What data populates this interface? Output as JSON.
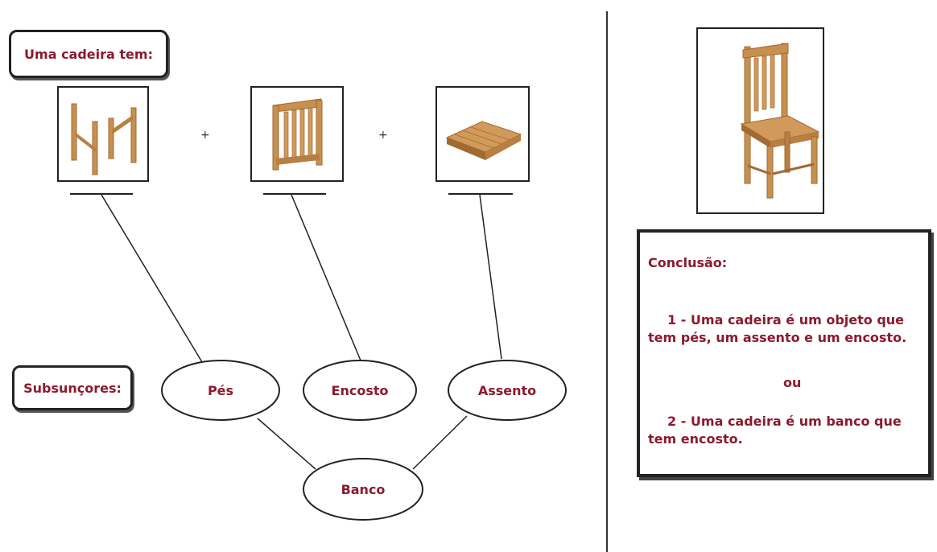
{
  "header_label": "Uma cadeira tem:",
  "plus": "+",
  "subsuncores_label": "Subsunçores:",
  "nodes": {
    "pes": "Pés",
    "encosto": "Encosto",
    "assento": "Assento",
    "banco": "Banco"
  },
  "conclusion": {
    "title": "Conclusão:",
    "item1_line1": "1 - Uma cadeira é um objeto que",
    "item1_line2": "tem pés, um assento e um encosto.",
    "ou": "ou",
    "item2_line1": "2 - Uma cadeira é um banco que",
    "item2_line2": "tem encosto."
  },
  "colors": {
    "label_text": "#8b1a2e",
    "wood": "#c8904e",
    "wood_dark": "#a06a32"
  },
  "images": [
    "chair-legs",
    "chair-backrest",
    "chair-seat",
    "chair-complete"
  ]
}
